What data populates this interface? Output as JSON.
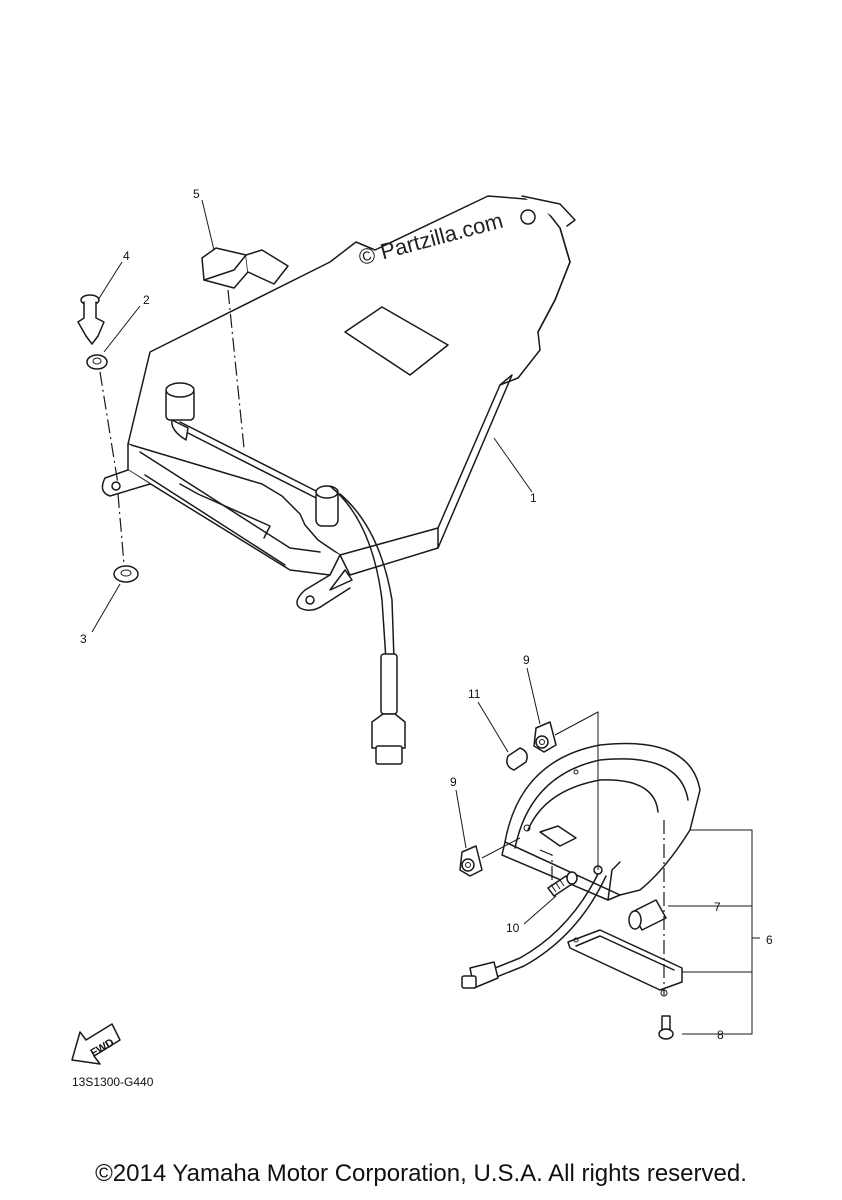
{
  "watermark": "© Partzilla.com",
  "diagram_code": "13S1300-G440",
  "copyright": "©2014 Yamaha Motor Corporation, U.S.A. All rights reserved.",
  "fwd_label": "FWD",
  "callouts": {
    "c1": "1",
    "c2": "2",
    "c3": "3",
    "c4": "4",
    "c5": "5",
    "c6": "6",
    "c7": "7",
    "c8": "8",
    "c9a": "9",
    "c9b": "9",
    "c10": "10",
    "c11": "11"
  }
}
